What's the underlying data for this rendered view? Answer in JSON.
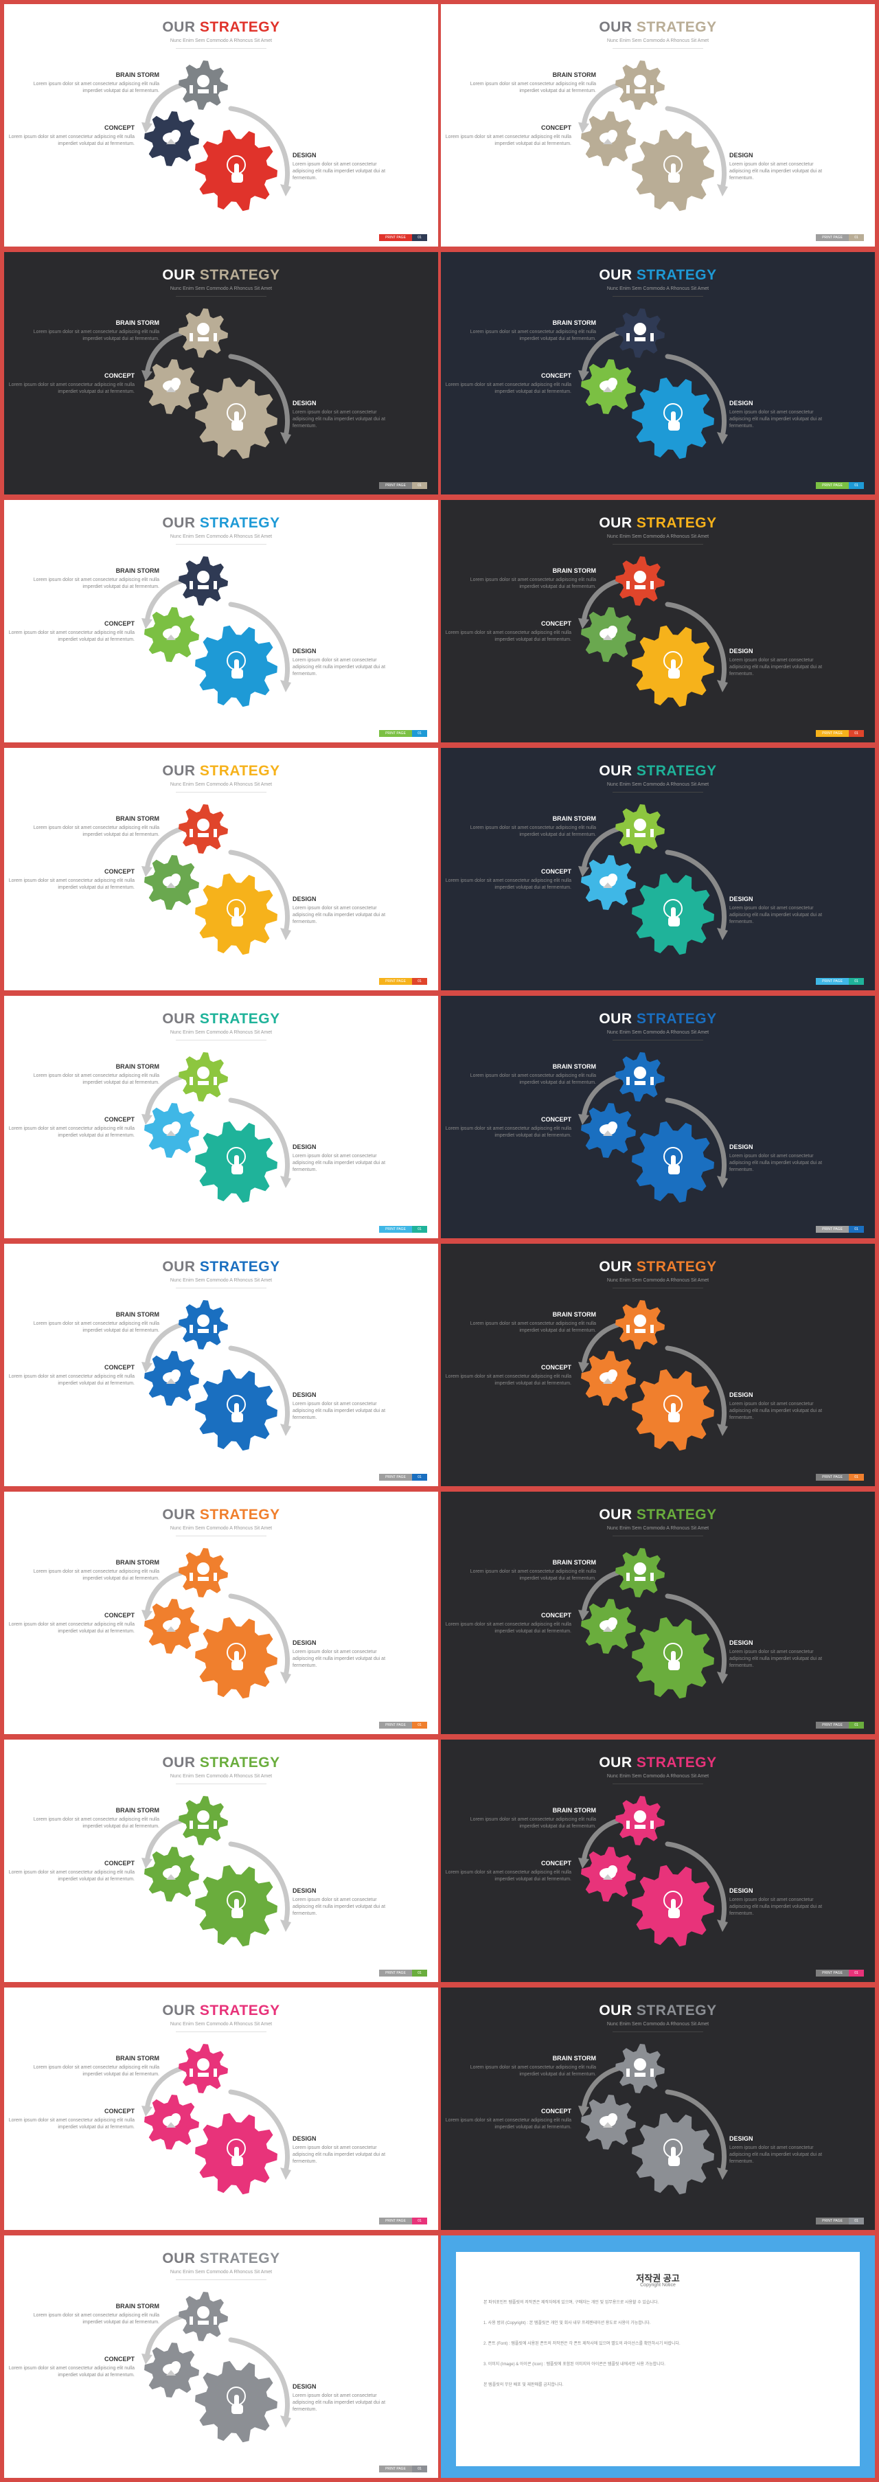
{
  "slide_common": {
    "title_word1": "OUR",
    "title_word2": "STRATEGY",
    "subtitle": "Nunc Enim Sem Commodo A Rhoncus Sit Amet",
    "brainstorm_label": "BRAIN STORM",
    "brainstorm_text": "Lorem ipsum dolor sit amet consectetur adipiscing elit nulla imperdiet volutpat dui at fermentum.",
    "concept_label": "CONCEPT",
    "concept_text": "Lorem ipsum dolor sit amet consectetur adipiscing elit nulla imperdiet volutpat dui at fermentum.",
    "design_label": "DESIGN",
    "design_text": "Lorem ipsum dolor sit amet consectetur adipiscing elit nulla imperdiet volutpat dui at fermentum.",
    "footer_label": "PRINT PAGE",
    "footer_page": "01"
  },
  "slides": [
    {
      "theme": "light",
      "accent": "#e0332b",
      "gear_top": "#7e8387",
      "gear_left": "#2f3a54",
      "gear_big": "#e0332b",
      "footer_accent": "#e0332b",
      "footer_page_color": "#2f3a54"
    },
    {
      "theme": "light",
      "accent": "#b9ad96",
      "gear_top": "#b9ad96",
      "gear_left": "#b9ad96",
      "gear_big": "#b9ad96",
      "footer_accent": "#9e9e9e",
      "footer_page_color": "#b9ad96"
    },
    {
      "theme": "dark",
      "accent": "#b9ad96",
      "gear_top": "#b9ad96",
      "gear_left": "#b9ad96",
      "gear_big": "#b9ad96",
      "footer_accent": "#7e7e7e",
      "footer_page_color": "#b9ad96"
    },
    {
      "theme": "navy",
      "accent": "#1e9ad6",
      "gear_top": "#2f3a54",
      "gear_left": "#7bc043",
      "gear_big": "#1e9ad6",
      "footer_accent": "#7bc043",
      "footer_page_color": "#1e9ad6"
    },
    {
      "theme": "light",
      "accent": "#1e9ad6",
      "gear_top": "#2f3a54",
      "gear_left": "#7bc043",
      "gear_big": "#1e9ad6",
      "footer_accent": "#7bc043",
      "footer_page_color": "#1e9ad6"
    },
    {
      "theme": "dark",
      "accent": "#f6b21b",
      "gear_top": "#e0452b",
      "gear_left": "#6aa84f",
      "gear_big": "#f6b21b",
      "footer_accent": "#f6b21b",
      "footer_page_color": "#e0452b"
    },
    {
      "theme": "light",
      "accent": "#f6b21b",
      "gear_top": "#e0452b",
      "gear_left": "#6aa84f",
      "gear_big": "#f6b21b",
      "footer_accent": "#f6b21b",
      "footer_page_color": "#e0452b"
    },
    {
      "theme": "navy",
      "accent": "#1fb39a",
      "gear_top": "#8dc63f",
      "gear_left": "#3fb7e6",
      "gear_big": "#1fb39a",
      "footer_accent": "#3fb7e6",
      "footer_page_color": "#1fb39a"
    },
    {
      "theme": "light",
      "accent": "#1fb39a",
      "gear_top": "#8dc63f",
      "gear_left": "#3fb7e6",
      "gear_big": "#1fb39a",
      "footer_accent": "#3fb7e6",
      "footer_page_color": "#1fb39a"
    },
    {
      "theme": "navy",
      "accent": "#1a6fc0",
      "gear_top": "#1a6fc0",
      "gear_left": "#1a6fc0",
      "gear_big": "#1a6fc0",
      "footer_accent": "#9e9e9e",
      "footer_page_color": "#1a6fc0"
    },
    {
      "theme": "light",
      "accent": "#1a6fc0",
      "gear_top": "#1a6fc0",
      "gear_left": "#1a6fc0",
      "gear_big": "#1a6fc0",
      "footer_accent": "#9e9e9e",
      "footer_page_color": "#1a6fc0"
    },
    {
      "theme": "dark",
      "accent": "#f07f2d",
      "gear_top": "#f07f2d",
      "gear_left": "#f07f2d",
      "gear_big": "#f07f2d",
      "footer_accent": "#7e7e7e",
      "footer_page_color": "#f07f2d"
    },
    {
      "theme": "light",
      "accent": "#f07f2d",
      "gear_top": "#f07f2d",
      "gear_left": "#f07f2d",
      "gear_big": "#f07f2d",
      "footer_accent": "#9e9e9e",
      "footer_page_color": "#f07f2d"
    },
    {
      "theme": "dark",
      "accent": "#6aad3d",
      "gear_top": "#6aad3d",
      "gear_left": "#6aad3d",
      "gear_big": "#6aad3d",
      "footer_accent": "#7e7e7e",
      "footer_page_color": "#6aad3d"
    },
    {
      "theme": "light",
      "accent": "#6aad3d",
      "gear_top": "#6aad3d",
      "gear_left": "#6aad3d",
      "gear_big": "#6aad3d",
      "footer_accent": "#9e9e9e",
      "footer_page_color": "#6aad3d"
    },
    {
      "theme": "dark",
      "accent": "#e8337a",
      "gear_top": "#e8337a",
      "gear_left": "#e8337a",
      "gear_big": "#e8337a",
      "footer_accent": "#7e7e7e",
      "footer_page_color": "#e8337a"
    },
    {
      "theme": "light",
      "accent": "#e8337a",
      "gear_top": "#e8337a",
      "gear_left": "#e8337a",
      "gear_big": "#e8337a",
      "footer_accent": "#9e9e9e",
      "footer_page_color": "#e8337a"
    },
    {
      "theme": "dark",
      "accent": "#8c8f94",
      "gear_top": "#8c8f94",
      "gear_left": "#8c8f94",
      "gear_big": "#8c8f94",
      "footer_accent": "#7e7e7e",
      "footer_page_color": "#8c8f94"
    },
    {
      "theme": "light",
      "accent": "#8c8f94",
      "gear_top": "#8c8f94",
      "gear_left": "#8c8f94",
      "gear_big": "#8c8f94",
      "footer_accent": "#9e9e9e",
      "footer_page_color": "#8c8f94"
    }
  ],
  "copyright": {
    "title": "저작권 공고",
    "subtitle": "Copyright Notice",
    "paragraphs": [
      "본 파워포인트 템플릿의 저작권은 제작자에게 있으며, 구매자는 개인 및 업무용으로 사용할 수 있습니다.",
      "1. 사용 범위 (Copyright) : 본 템플릿은 개인 및 회사 내부 프레젠테이션 용도로 사용이 가능합니다.",
      "2. 폰트 (Font) : 템플릿에 사용된 폰트의 저작권은 각 폰트 제작사에 있으며 별도의 라이선스를 확인하시기 바랍니다.",
      "3. 이미지 (Image) & 아이콘 (Icon) : 템플릿에 포함된 이미지와 아이콘은 템플릿 내에서만 사용 가능합니다.",
      "본 템플릿의 무단 배포 및 재판매를 금지합니다."
    ]
  },
  "colors": {
    "page_border": "#d64a45",
    "light_bg": "#ffffff",
    "dark_bg": "#2a2a2d",
    "navy_bg": "#252a36",
    "copy_bg": "#4aa8e8"
  }
}
